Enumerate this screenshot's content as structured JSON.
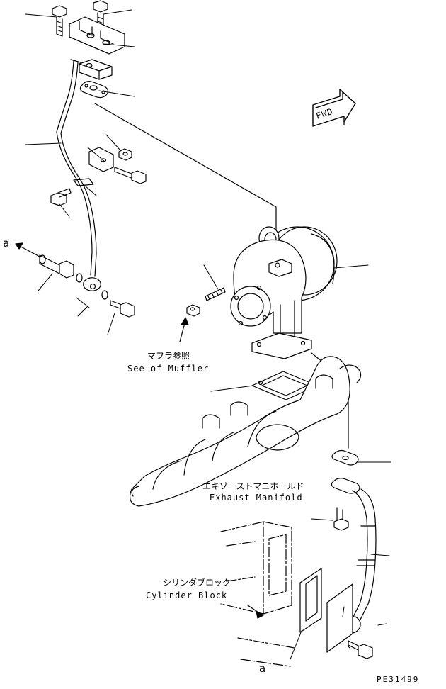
{
  "diagram": {
    "fwd_label": "FWD",
    "ref_a_top": "a",
    "ref_a_bottom": "a",
    "muffler_jp": "マフラ参照",
    "muffler_en": "See of Muffler",
    "manifold_jp": "エキゾーストマニホールド",
    "manifold_en": "Exhaust Manifold",
    "block_jp": "シリンダブロック",
    "block_en": "Cylinder Block",
    "drawing_code": "PE31499"
  }
}
